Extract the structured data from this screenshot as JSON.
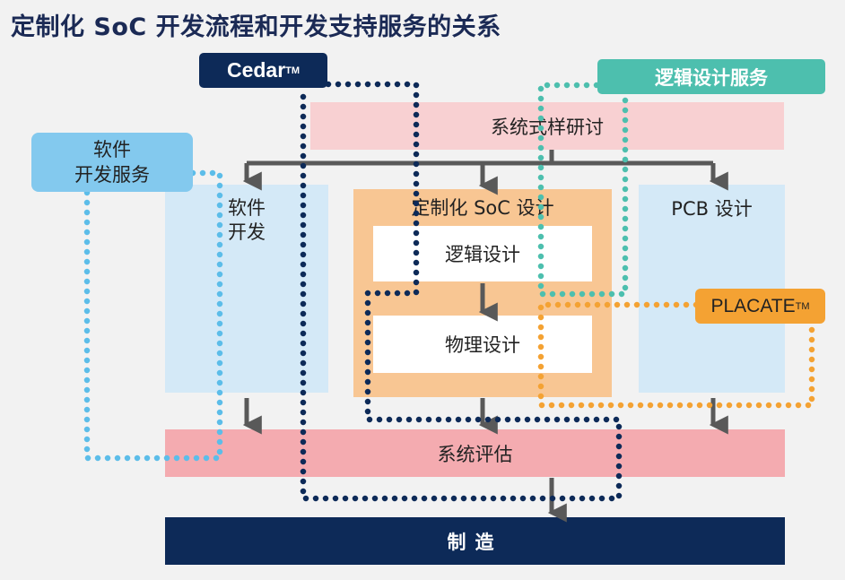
{
  "title": "定制化 SoC 开发流程和开发支持服务的关系",
  "flow": {
    "review": "系统式样研讨",
    "software_dev": [
      "软件",
      "开发"
    ],
    "soc_design": "定制化 SoC 设计",
    "logic_design": "逻辑设计",
    "physical_design": "物理设计",
    "pcb_design": "PCB 设计",
    "system_eval": "系统评估",
    "manufacturing": "制造"
  },
  "services": {
    "cedar": {
      "name": "Cedar",
      "tm": "TM"
    },
    "logic_service": "逻辑设计服务",
    "software_service": [
      "软件",
      "开发服务"
    ],
    "placate": {
      "name": "PLACATE",
      "tm": "TM"
    }
  },
  "colors": {
    "navy": "#0d2a58",
    "teal": "#4dbfae",
    "sky": "#5cbde9",
    "orange": "#f4a233",
    "arrow": "#595959"
  }
}
